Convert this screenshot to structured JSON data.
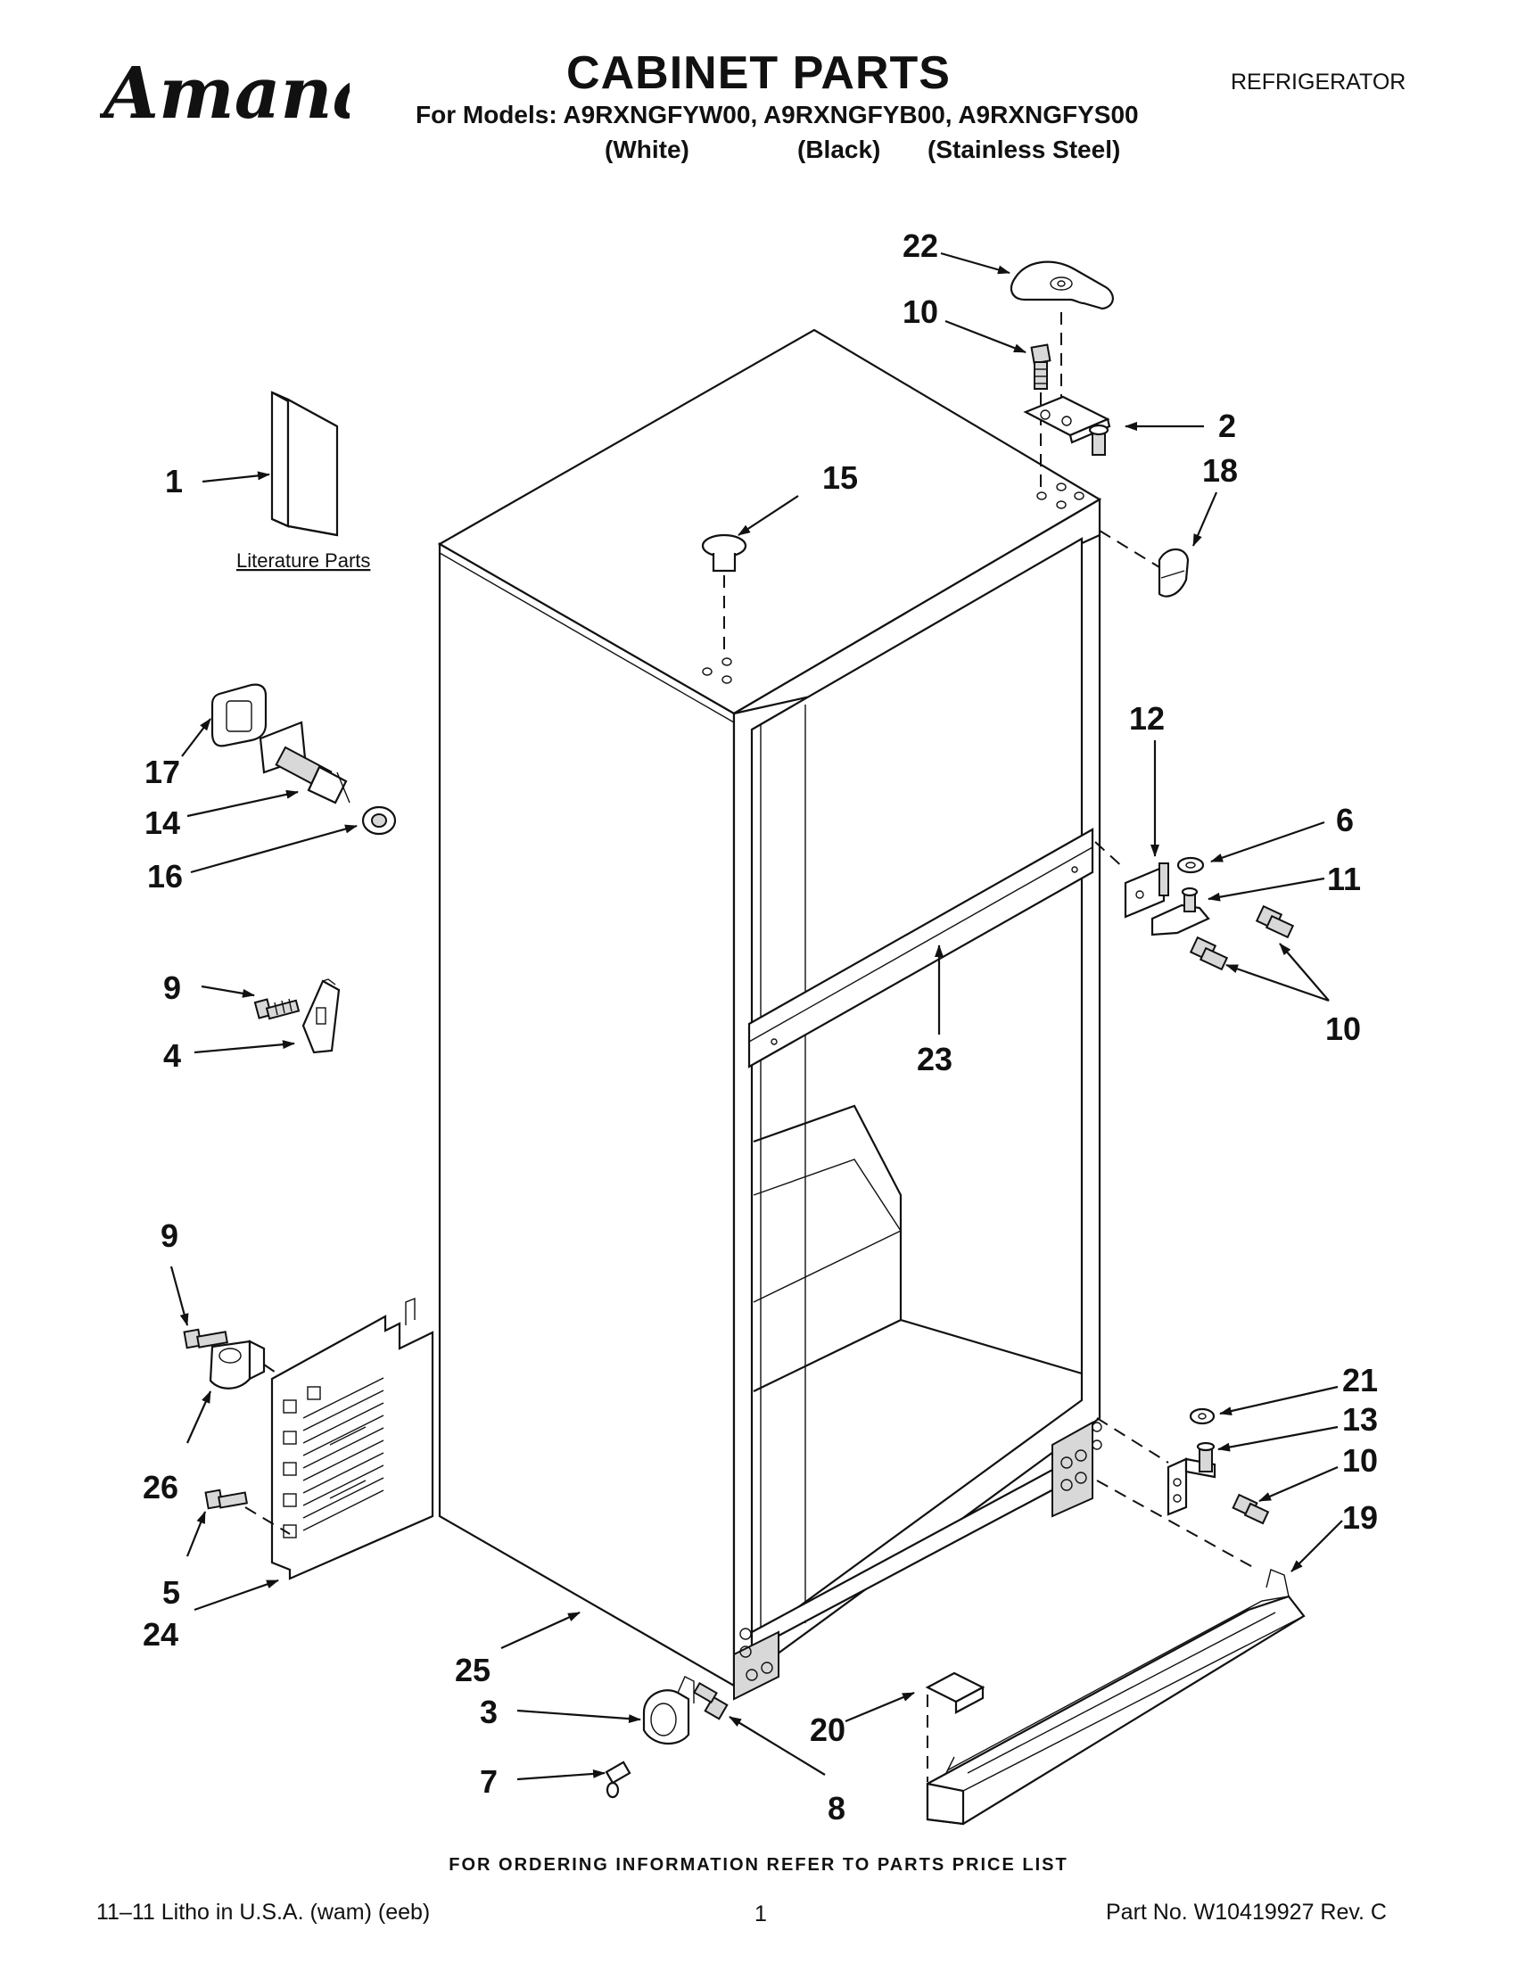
{
  "header": {
    "brand": "Amana",
    "title": "CABINET PARTS",
    "appliance": "REFRIGERATOR",
    "models_line": "For Models: A9RXNGFYW00, A9RXNGFYB00, A9RXNGFYS00",
    "variants": [
      "(White)",
      "(Black)",
      "(Stainless Steel)"
    ]
  },
  "diagram": {
    "literature_label": "Literature Parts",
    "callouts": {
      "c1": "1",
      "c2": "2",
      "c3": "3",
      "c4": "4",
      "c5": "5",
      "c6": "6",
      "c7": "7",
      "c8": "8",
      "c9a": "9",
      "c9b": "9",
      "c10a": "10",
      "c10b": "10",
      "c10c": "10",
      "c11": "11",
      "c12": "12",
      "c13": "13",
      "c14": "14",
      "c15": "15",
      "c16": "16",
      "c17": "17",
      "c18": "18",
      "c19": "19",
      "c20": "20",
      "c21": "21",
      "c22": "22",
      "c23": "23",
      "c24": "24",
      "c25": "25",
      "c26": "26"
    }
  },
  "footer": {
    "ordering_note": "FOR ORDERING INFORMATION REFER TO PARTS PRICE LIST",
    "litho": "11–11 Litho in U.S.A. (wam) (eeb)",
    "page": "1",
    "part_number": "Part No. W10419927 Rev. C"
  }
}
